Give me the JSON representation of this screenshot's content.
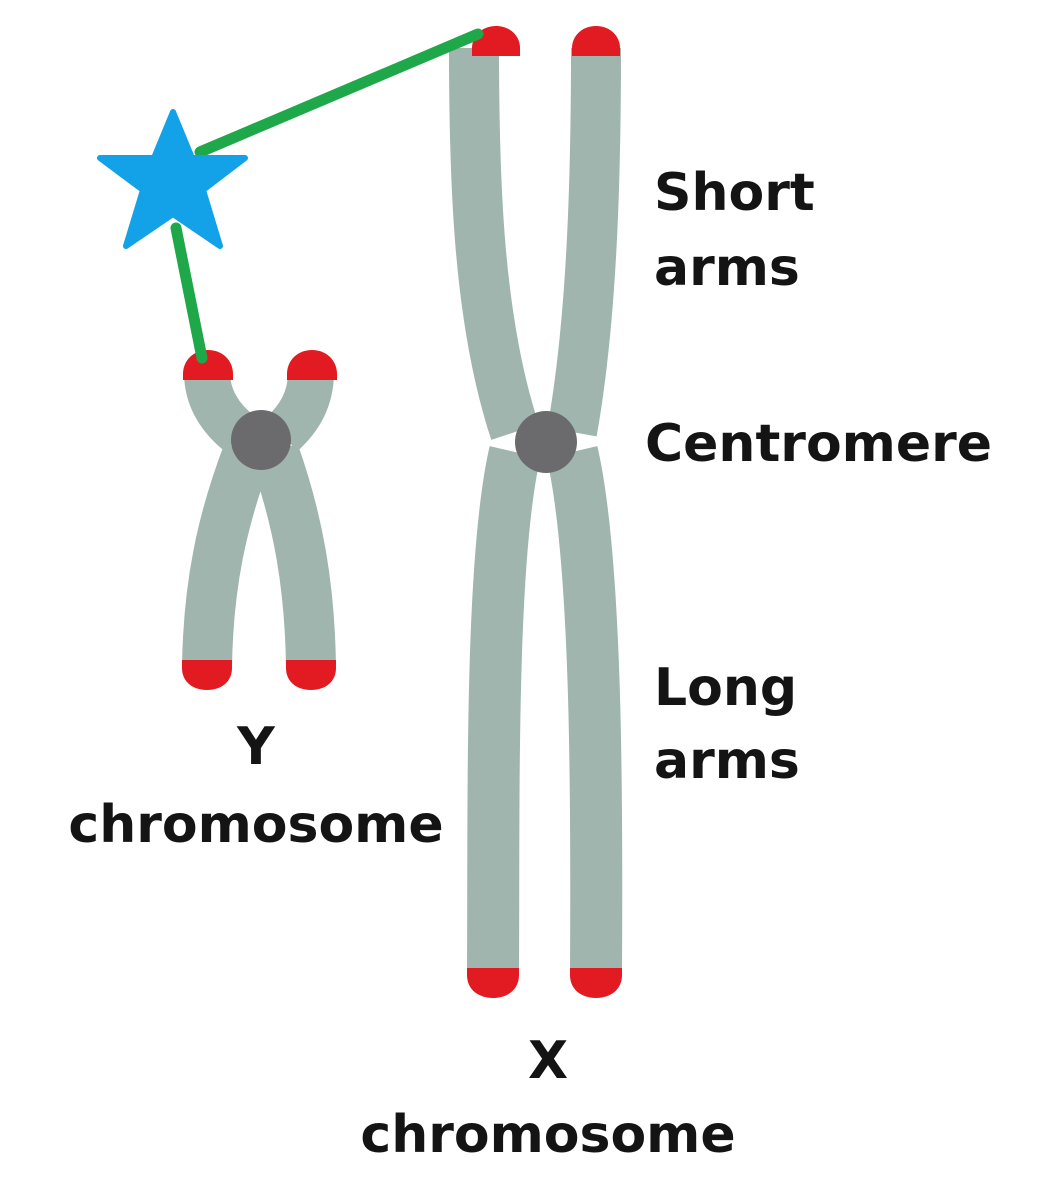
{
  "labels": {
    "short_arms": [
      "Short",
      "arms"
    ],
    "centromere": "Centromere",
    "long_arms": [
      "Long",
      "arms"
    ],
    "y_chromosome": [
      "Y",
      "chromosome"
    ],
    "x_chromosome": [
      "X",
      "chromosome"
    ]
  },
  "colors": {
    "chromatid": "#9fb5ae",
    "telomere": "#e21a22",
    "centromere": "#6b6b6d",
    "star": "#13a1e8",
    "connector": "#1ea84a",
    "text": "#141414"
  },
  "icons": {
    "marker": "star-icon"
  }
}
